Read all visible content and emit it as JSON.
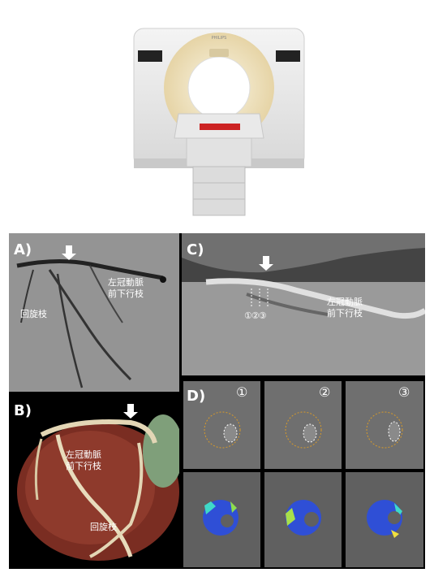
{
  "scanner": {
    "brand": "PHILIPS"
  },
  "panels": {
    "a": {
      "label": "A)",
      "lad": "左冠動脈\n前下行枝",
      "lcx": "回旋枝"
    },
    "b": {
      "label": "B)",
      "lad": "左冠動脈\n前下行枝",
      "lcx": "回旋枝"
    },
    "c": {
      "label": "C)",
      "lad": "左冠動脈\n前下行枝",
      "markers": "①②③"
    },
    "d": {
      "label": "D)",
      "cols": [
        "①",
        "②",
        "③"
      ]
    }
  },
  "colors": {
    "background": "#000000",
    "label": "#ffffff",
    "ring": "#d79a2a"
  }
}
